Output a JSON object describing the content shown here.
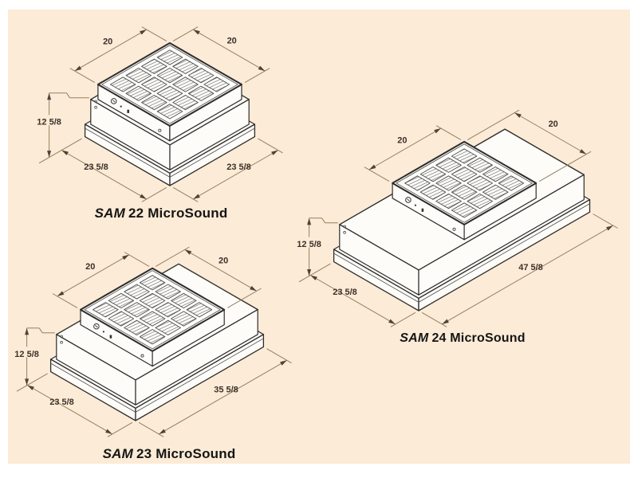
{
  "palette": {
    "canvas_background": "#fcebd6",
    "page_margin": "#ffffff",
    "outline_color": "#2e2c2a",
    "face_color": "#fdfcf8",
    "hatch_color": "#8c8c8c",
    "grid_color": "#4d4d4d",
    "dim_line_color": "#937f62",
    "dim_arrow_color": "#4e4337",
    "dim_text_color": "#3b3129",
    "label_color": "#151515"
  },
  "units": [
    {
      "id": "sam-22",
      "label": {
        "italic": "SAM",
        "rest": "22 MicroSound"
      },
      "dimensions": {
        "top_left": "20",
        "top_right": "20",
        "height": "12 5/8",
        "bottom_left": "23 5/8",
        "bottom_right": "23 5/8"
      },
      "size_inches": {
        "filter": 20,
        "height": 12.625,
        "depth": 23.625,
        "length": 23.625
      }
    },
    {
      "id": "sam-23",
      "label": {
        "italic": "SAM",
        "rest": "23 MicroSound"
      },
      "dimensions": {
        "top_left": "20",
        "top_right": "20",
        "height": "12 5/8",
        "bottom_left": "23 5/8",
        "bottom_right": "35 5/8"
      },
      "size_inches": {
        "filter": 20,
        "height": 12.625,
        "depth": 23.625,
        "length": 35.625
      }
    },
    {
      "id": "sam-24",
      "label": {
        "italic": "SAM",
        "rest": "24 MicroSound"
      },
      "dimensions": {
        "top_left": "20",
        "top_right": "20",
        "height": "12 5/8",
        "bottom_left": "23 5/8",
        "bottom_right": "47 5/8"
      },
      "size_inches": {
        "filter": 20,
        "height": 12.625,
        "depth": 23.625,
        "length": 47.625
      }
    }
  ]
}
